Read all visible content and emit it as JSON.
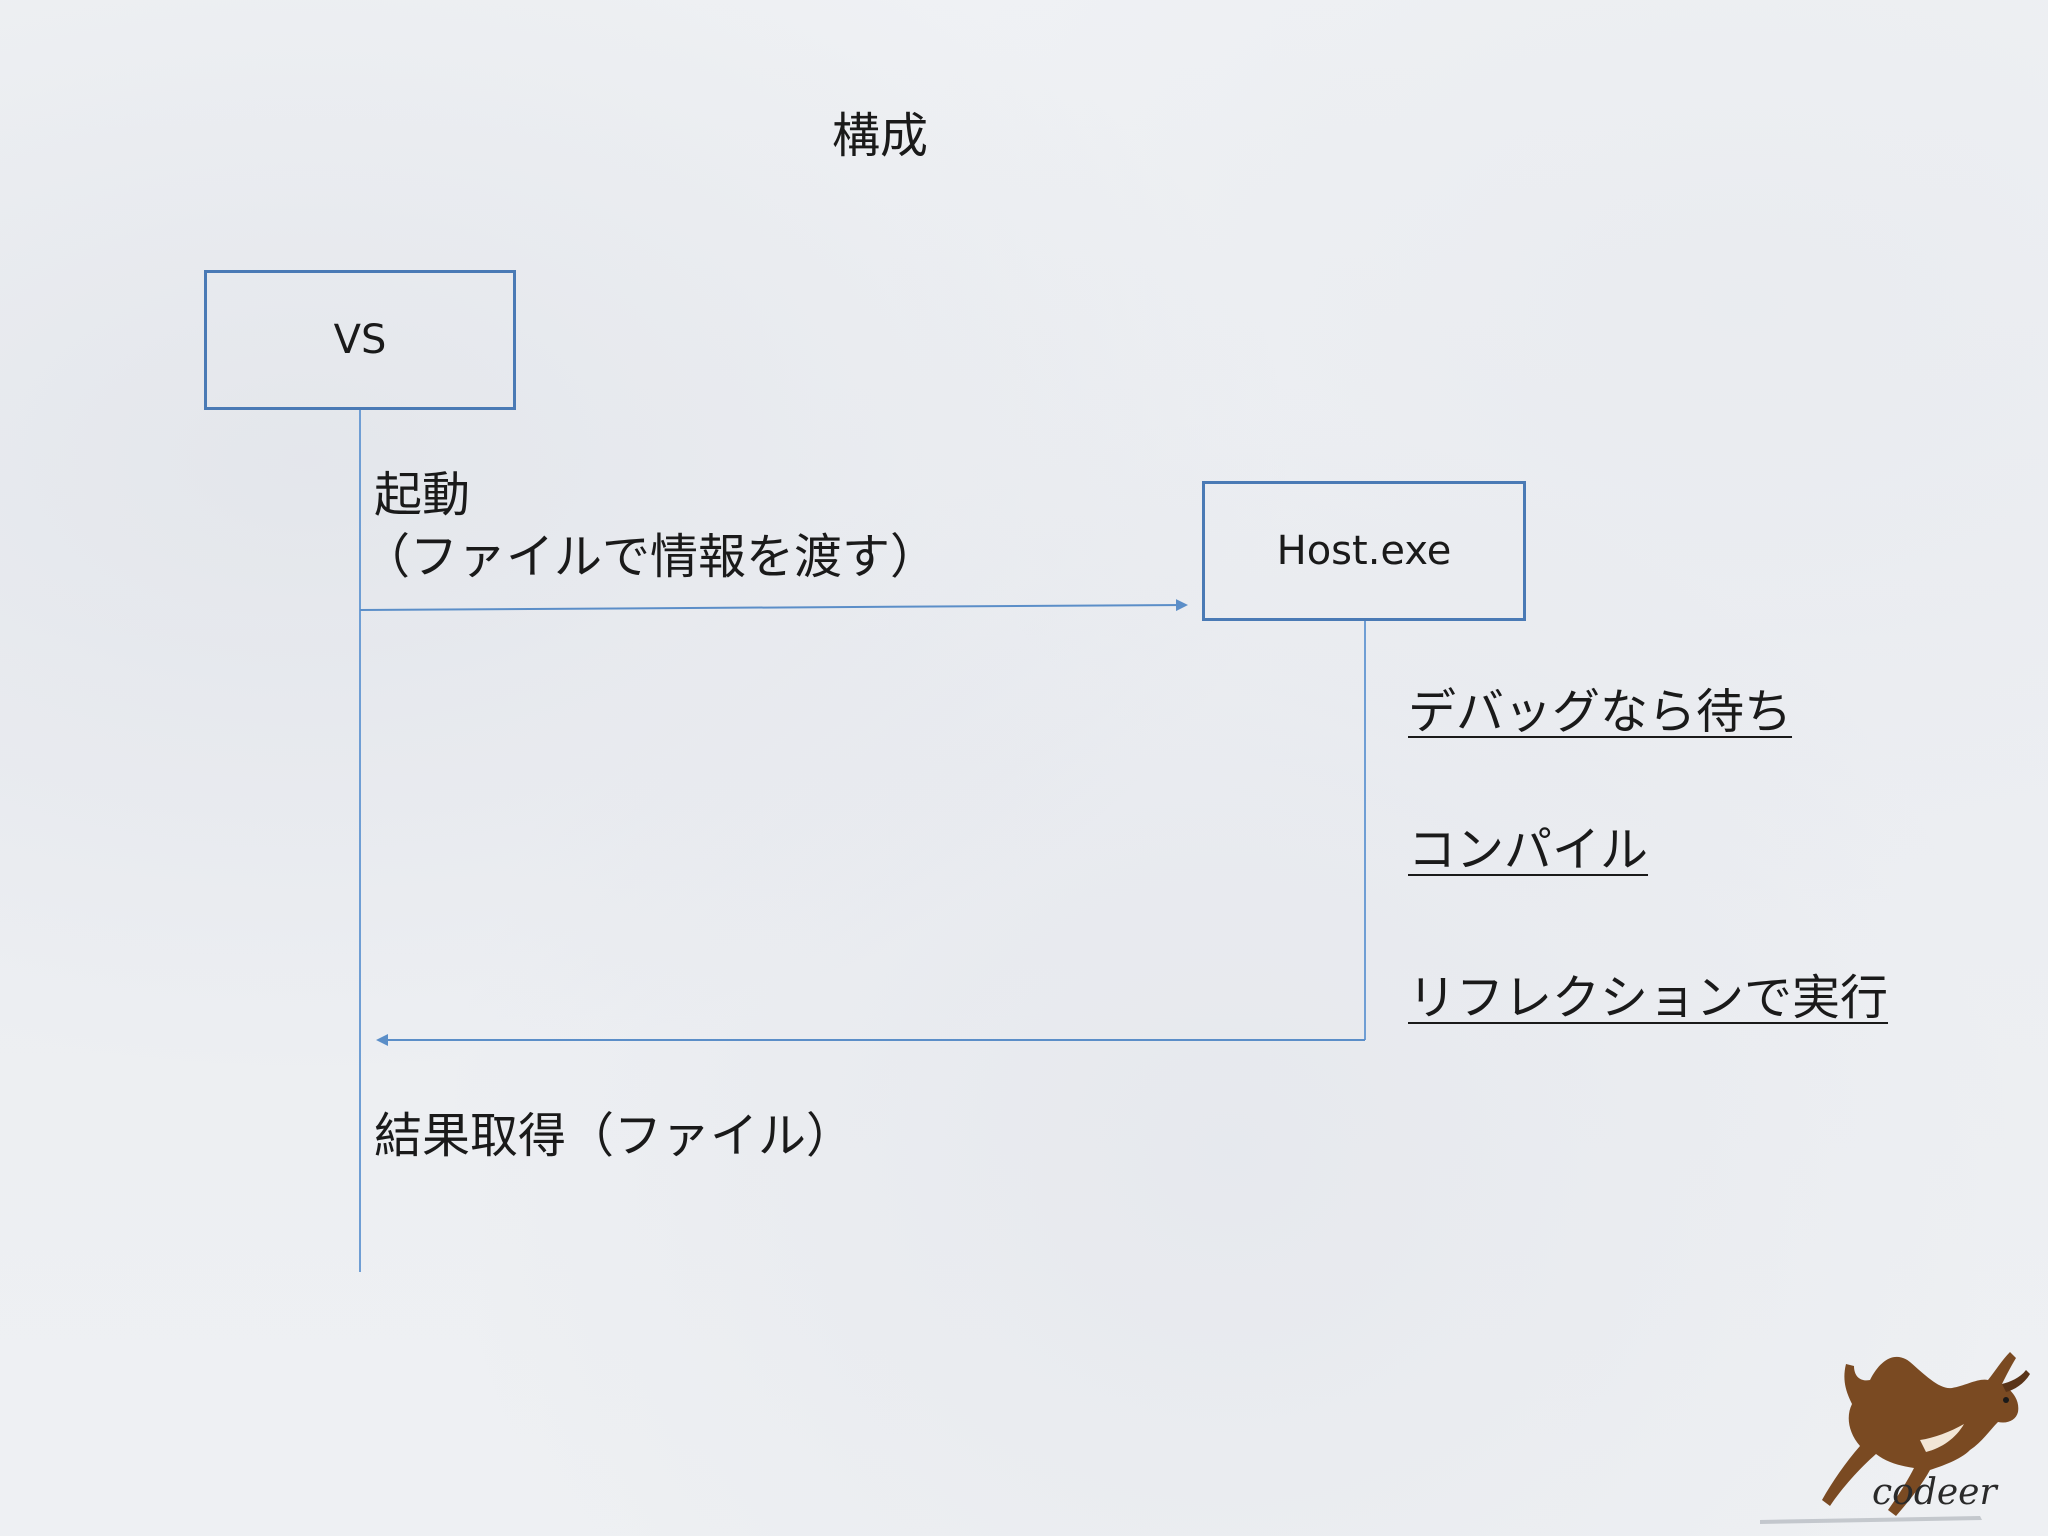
{
  "title": "構成",
  "nodes": {
    "vs": "VS",
    "host": "Host.exe"
  },
  "launch_label": {
    "line1": "起動",
    "line2": "（ファイルで情報を渡す）"
  },
  "result_label": "結果取得（ファイル）",
  "host_steps": [
    "デバッグなら待ち",
    "コンパイル",
    "リフレクションで実行"
  ],
  "logo": {
    "text": "codeer",
    "icon": "deer-icon"
  },
  "colors": {
    "line": "#5b8ec8",
    "box_border": "#4a7ab5"
  }
}
